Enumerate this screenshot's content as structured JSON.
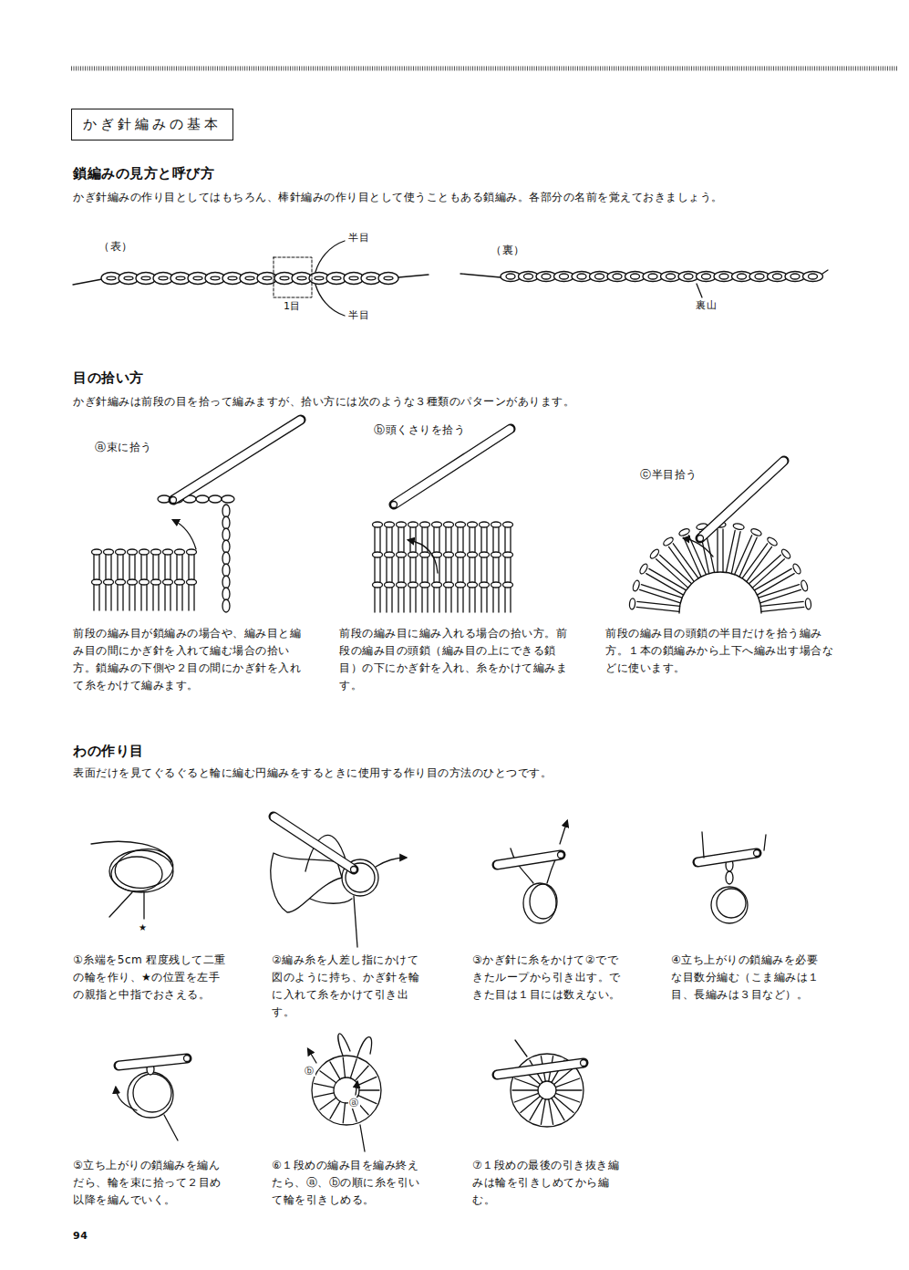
{
  "diagram": {
    "title": "かぎ針編みの基本",
    "labels": [
      "鎖編みの見方と呼び方",
      "かぎ針編みの作り目としてはもちろん、棒針編みの作り目として使うこともある鎖編み。各部分の名前を覚えておきましょう。",
      "（表）",
      "半目",
      "1目",
      "半目",
      "（裏）",
      "裏山",
      "目の拾い方",
      "かぎ針編みは前段の目を拾って編みますが、拾い方には次のような３種類のパターンがあります。",
      "ⓐ束に拾う",
      "ⓑ頭くさりを拾う",
      "ⓒ半目拾う",
      "前段の編み目が鎖編みの場合や、編み目と編み目の間にかぎ針を入れて編む場合の拾い方。鎖編みの下側や２目の間にかぎ針を入れて糸をかけて編みます。",
      "前段の編み目に編み入れる場合の拾い方。前段の編み目の頭鎖（編み目の上にできる鎖目）の下にかぎ針を入れ、糸をかけて編みます。",
      "前段の編み目の頭鎖の半目だけを拾う編み方。１本の鎖編みから上下へ編み出す場合などに使います。",
      "わの作り目",
      "表面だけを見てぐるぐると輪に編む円編みをするときに使用する作り目の方法のひとつです。",
      "★",
      "①糸端を5cm 程度残して二重の輪を作り、★の位置を左手の親指と中指でおさえる。",
      "②編み糸を人差し指にかけて図のように持ち、かぎ針を輪に入れて糸をかけて引き出す。",
      "③かぎ針に糸をかけて②でできたループから引き出す。できた目は１目には数えない。",
      "④立ち上がりの鎖編みを必要な目数分編む（こま編みは１目、長編みは３目など）。",
      "⑤立ち上がりの鎖編みを編んだら、輪を束に拾って２目め以降を編んでいく。",
      "ⓑ",
      "ⓐ",
      "⑥１段めの編み目を編み終えたら、ⓐ、ⓑの順に糸を引いて輪を引きしめる。",
      "⑦１段めの最後の引き抜き編みは輪を引きしめてから編む。",
      "94"
    ]
  }
}
